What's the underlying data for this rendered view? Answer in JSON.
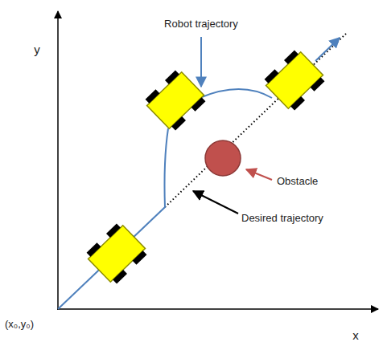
{
  "diagram": {
    "labels": [
      "Robot trajectory",
      "Obstacle",
      "Desired trajectory",
      "y",
      "x",
      "(x₀,y₀)"
    ]
  }
}
